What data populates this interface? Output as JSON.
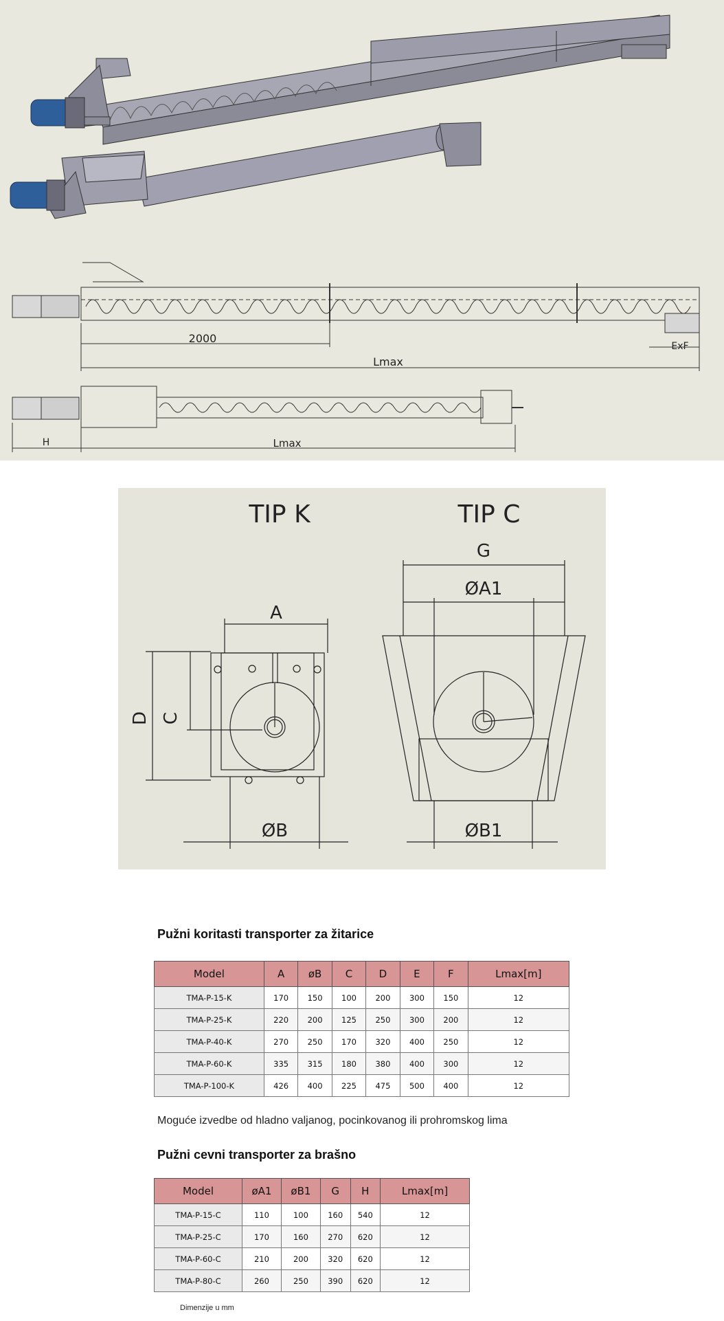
{
  "drawing": {
    "dim_2000": "2000",
    "dim_lmax_k": "Lmax",
    "dim_exf": "ExF",
    "dim_h": "H",
    "dim_lmax_c": "Lmax"
  },
  "sections": {
    "tip_k": {
      "title": "TIP K",
      "dim_a": "A",
      "dim_c": "C",
      "dim_d": "D",
      "dim_b": "ØB"
    },
    "tip_c": {
      "title": "TIP C",
      "dim_g": "G",
      "dim_a1": "ØA1",
      "dim_b1": "ØB1"
    }
  },
  "table_k": {
    "title": "Pužni koritasti transporter za žitarice",
    "headers": [
      "Model",
      "A",
      "øB",
      "C",
      "D",
      "E",
      "F",
      "Lmax[m]"
    ],
    "rows": [
      [
        "TMA-P-15-K",
        "170",
        "150",
        "100",
        "200",
        "300",
        "150",
        "12"
      ],
      [
        "TMA-P-25-K",
        "220",
        "200",
        "125",
        "250",
        "300",
        "200",
        "12"
      ],
      [
        "TMA-P-40-K",
        "270",
        "250",
        "170",
        "320",
        "400",
        "250",
        "12"
      ],
      [
        "TMA-P-60-K",
        "335",
        "315",
        "180",
        "380",
        "400",
        "300",
        "12"
      ],
      [
        "TMA-P-100-K",
        "426",
        "400",
        "225",
        "475",
        "500",
        "400",
        "12"
      ]
    ]
  },
  "note": "Moguće izvedbe od hladno valjanog, pocinkovanog ili prohromskog lima",
  "table_c": {
    "title": "Pužni cevni transporter za brašno",
    "headers": [
      "Model",
      "øA1",
      "øB1",
      "G",
      "H",
      "Lmax[m]"
    ],
    "rows": [
      [
        "TMA-P-15-C",
        "110",
        "100",
        "160",
        "540",
        "12"
      ],
      [
        "TMA-P-25-C",
        "170",
        "160",
        "270",
        "620",
        "12"
      ],
      [
        "TMA-P-60-C",
        "210",
        "200",
        "320",
        "620",
        "12"
      ],
      [
        "TMA-P-80-C",
        "260",
        "250",
        "390",
        "620",
        "12"
      ]
    ]
  },
  "footer": "Dimenzije u mm",
  "colors": {
    "header_bg": "#d89595",
    "motor_blue": "#2f5f9a",
    "body_grey": "#8c8c9c",
    "panel_bg": "#e9e8de"
  }
}
